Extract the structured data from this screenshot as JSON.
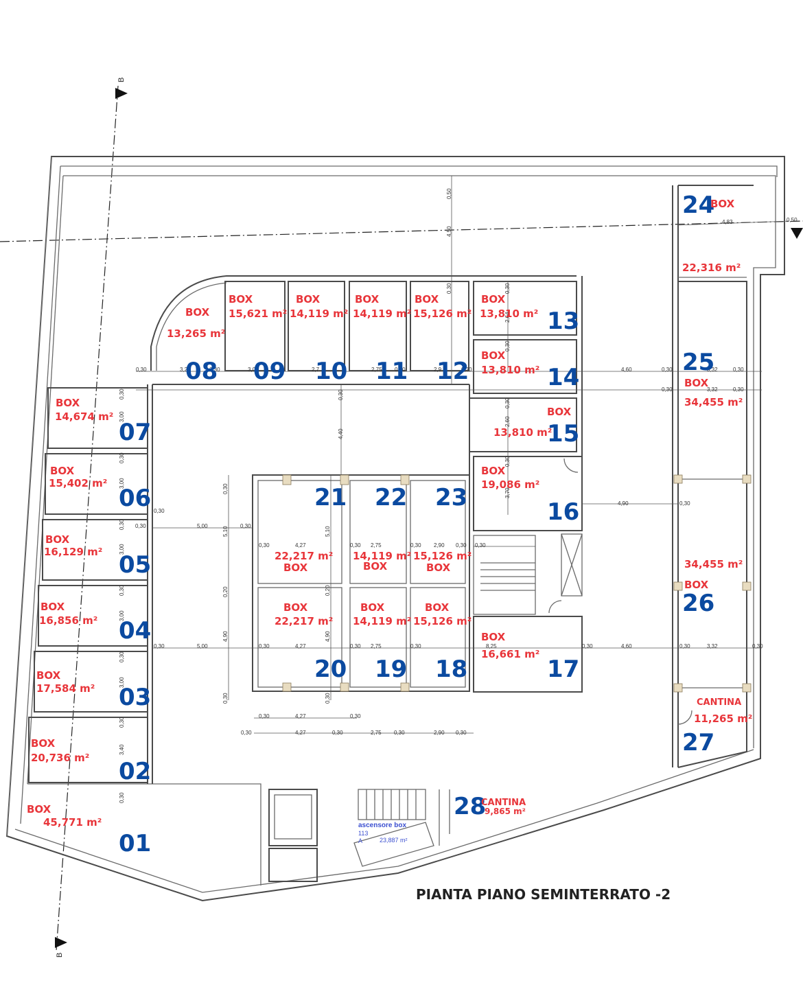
{
  "title": "PIANTA PIANO SEMINTERRATO -2",
  "section_marker": "B",
  "colors": {
    "unit_number": "#0b4aa0",
    "label": "#e8353a",
    "walls": "#4a4a4a",
    "annotation_blue": "#3b4fd0"
  },
  "units": [
    {
      "num": "01",
      "type": "BOX",
      "area": "45,771 m²"
    },
    {
      "num": "02",
      "type": "BOX",
      "area": "20,736 m²"
    },
    {
      "num": "03",
      "type": "BOX",
      "area": "17,584 m²"
    },
    {
      "num": "04",
      "type": "BOX",
      "area": "16,856 m²"
    },
    {
      "num": "05",
      "type": "BOX",
      "area": "16,129 m²"
    },
    {
      "num": "06",
      "type": "BOX",
      "area": "15,402 m²"
    },
    {
      "num": "07",
      "type": "BOX",
      "area": "14,674 m²"
    },
    {
      "num": "08",
      "type": "BOX",
      "area": "13,265 m²"
    },
    {
      "num": "09",
      "type": "BOX",
      "area": "15,621 m²"
    },
    {
      "num": "10",
      "type": "BOX",
      "area": "14,119 m²"
    },
    {
      "num": "11",
      "type": "BOX",
      "area": "14,119 m²"
    },
    {
      "num": "12",
      "type": "BOX",
      "area": "15,126 m²"
    },
    {
      "num": "13",
      "type": "BOX",
      "area": "13,810 m²"
    },
    {
      "num": "14",
      "type": "BOX",
      "area": "13,810 m²"
    },
    {
      "num": "15",
      "type": "BOX",
      "area": "13,810 m²"
    },
    {
      "num": "16",
      "type": "BOX",
      "area": "19,086 m²"
    },
    {
      "num": "17",
      "type": "BOX",
      "area": "16,661 m²"
    },
    {
      "num": "18",
      "type": "BOX",
      "area": "15,126 m²"
    },
    {
      "num": "19",
      "type": "BOX",
      "area": "14,119 m²"
    },
    {
      "num": "20",
      "type": "BOX",
      "area": "22,217 m²"
    },
    {
      "num": "21",
      "type": "BOX",
      "area": "22,217 m²"
    },
    {
      "num": "22",
      "type": "BOX",
      "area": "14,119 m²"
    },
    {
      "num": "23",
      "type": "BOX",
      "area": "15,126 m²"
    },
    {
      "num": "24",
      "type": "BOX",
      "area": "22,316 m²"
    },
    {
      "num": "25",
      "type": "BOX",
      "area": "34,455 m²"
    },
    {
      "num": "26",
      "type": "BOX",
      "area": "34,455 m²"
    },
    {
      "num": "27",
      "type": "CANTINA",
      "area": "11,265 m²"
    },
    {
      "num": "28",
      "type": "CANTINA",
      "area": "9,865 m²"
    }
  ],
  "elevator": {
    "label": "ascensore box",
    "code": "113",
    "area": "23,887 m²",
    "prefix": "A"
  },
  "dimensions": {
    "d030": "0,30",
    "d050": "0,50",
    "d450": "4,50",
    "d483": "4,83",
    "d460": "4,60",
    "d332": "3,32",
    "d500": "5,00",
    "d510": "5,10",
    "d490": "4,90",
    "d427": "4,27",
    "d275": "2,75",
    "d290": "2,90",
    "d440": "4,40",
    "d300": "3,00",
    "d340": "3,40",
    "d490b": "4,90",
    "d825": "8,25",
    "d370": "3,70",
    "d260": "2,60",
    "d020": "0,20",
    "d320": "3,2",
    "d271": "2,7",
    "d290b": "2,9",
    "d264": "2,64",
    "d300b": "3,00"
  }
}
